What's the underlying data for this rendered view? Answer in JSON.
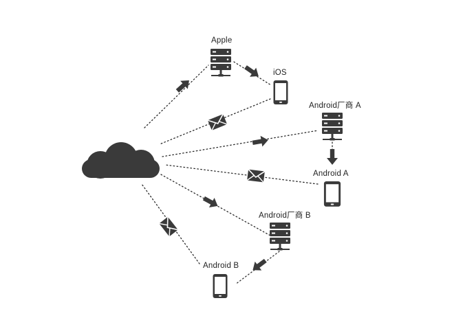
{
  "nodes": {
    "cloud": {
      "label": ""
    },
    "apple_server": {
      "label": "Apple"
    },
    "ios_device": {
      "label": "iOS"
    },
    "vendor_a_server": {
      "label": "Android厂商 A"
    },
    "android_a_device": {
      "label": "Android A"
    },
    "vendor_b_server": {
      "label": "Android厂商 B"
    },
    "android_b_device": {
      "label": "Android B"
    }
  },
  "colors": {
    "ink": "#3a3a3a",
    "line": "#2b2b2b",
    "background": "#ffffff"
  },
  "icons": {
    "cloud": "cloud-icon",
    "server": "server-icon",
    "phone": "phone-icon",
    "envelope": "envelope-icon",
    "arrow": "arrow-icon"
  }
}
